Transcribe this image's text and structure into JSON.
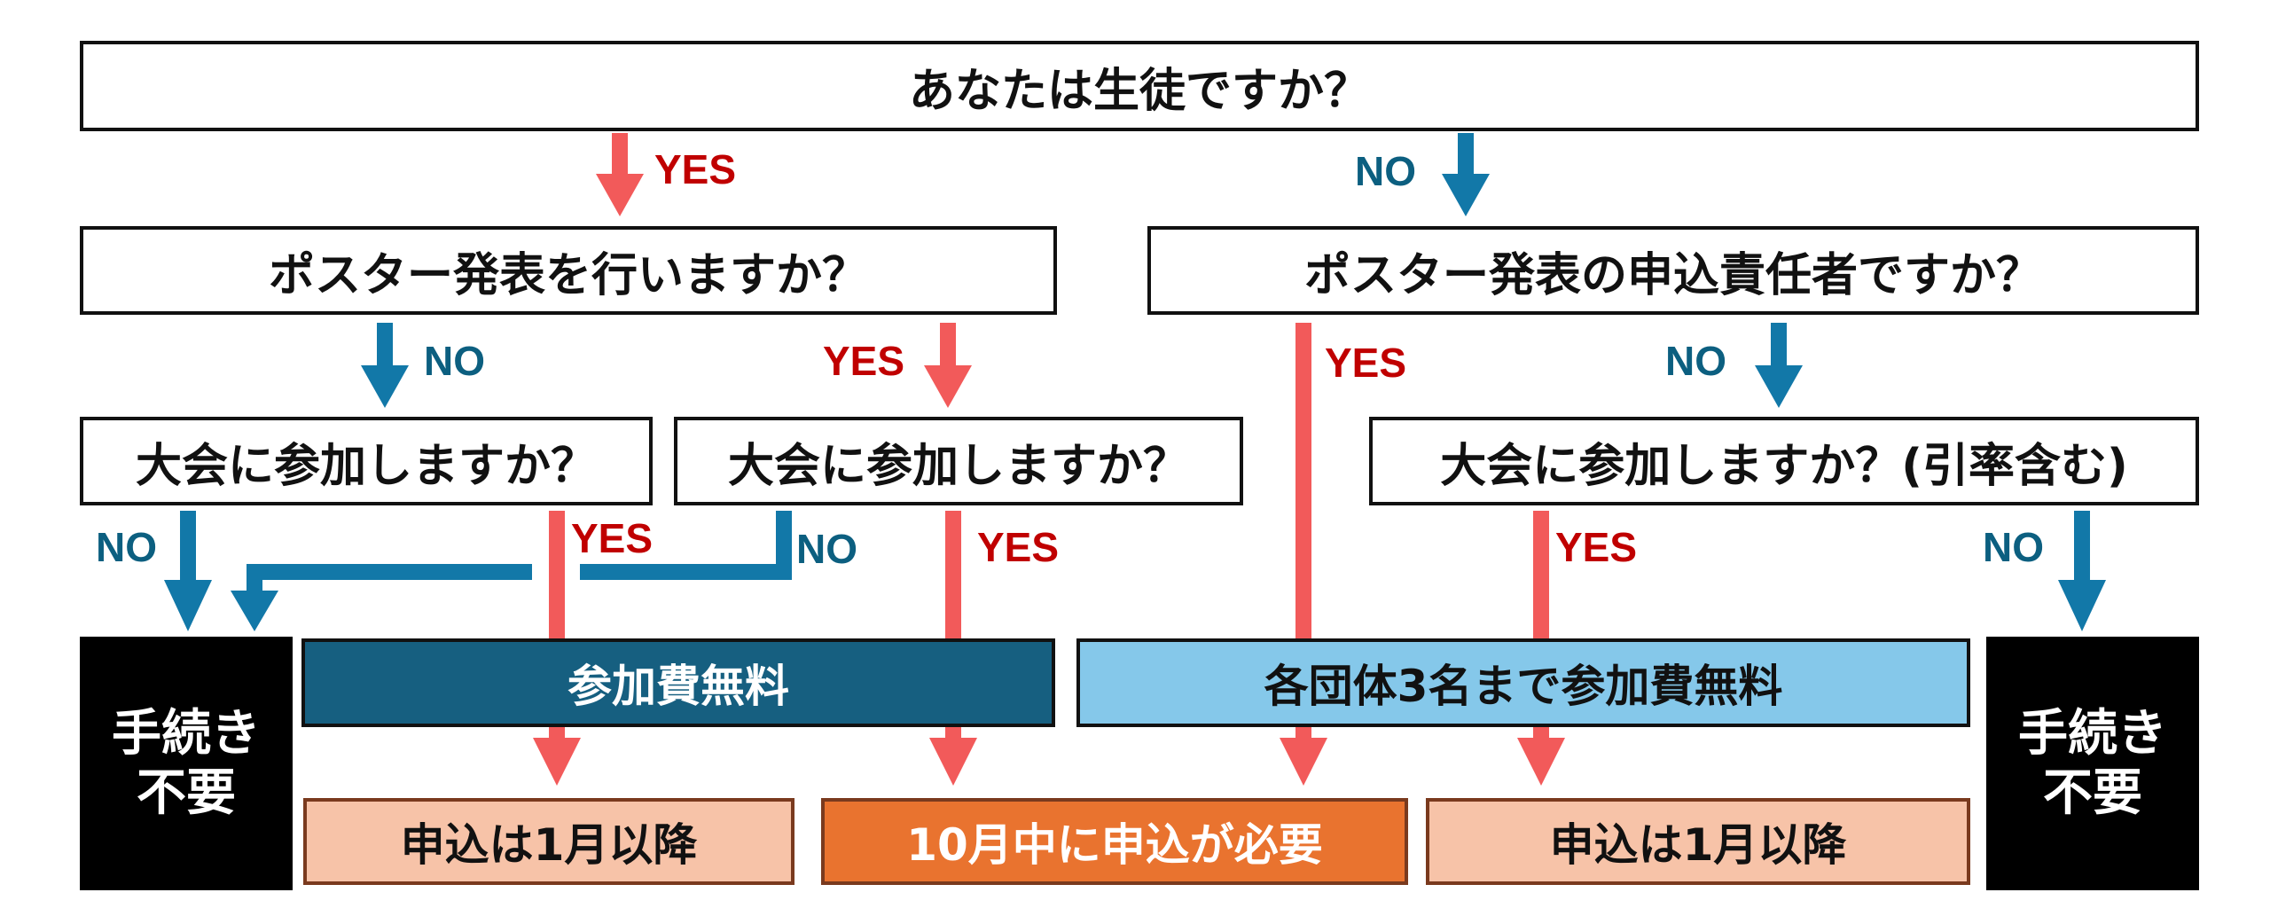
{
  "questions": {
    "q1": "あなたは生徒ですか？",
    "q2": "ポスター発表を行いますか？",
    "q3": "ポスター発表の申込責任者ですか？",
    "q4": "大会に参加しますか？",
    "q5": "大会に参加しますか？",
    "q6": "大会に参加しますか？(引率含む)"
  },
  "labels": {
    "yes": "YES",
    "no": "NO"
  },
  "fees": {
    "free": "参加費無料",
    "free_3": "各団体3名まで参加費無料"
  },
  "outcomes": {
    "no_proc_line1": "手続き",
    "no_proc_line2": "不要",
    "apply_jan": "申込は1月以降",
    "apply_oct": "10月中に申込が必要"
  },
  "colors": {
    "yes_arrow": "#f25a5a",
    "no_arrow": "#1278a8",
    "yes_text": "#c00000",
    "no_text": "#0c5f80",
    "fee_dark": "#165f80",
    "fee_light": "#85c8ea",
    "apply_peach": "#f7c3a8",
    "apply_orange": "#e9732f"
  }
}
